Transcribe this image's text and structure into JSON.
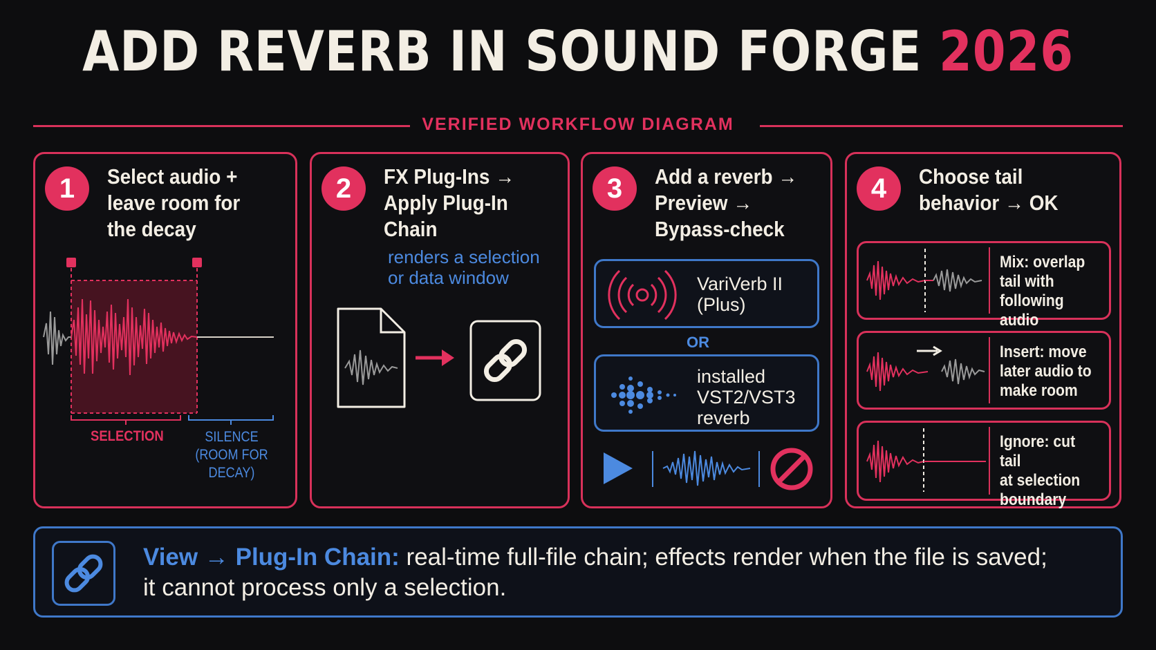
{
  "header": {
    "title_main": "ADD REVERB IN SOUND FORGE",
    "title_accent": "2026",
    "subtitle": "VERIFIED WORKFLOW DIAGRAM"
  },
  "steps": [
    {
      "number": "1",
      "title": "Select audio +\nleave room for\nthe decay",
      "selection_label": "SELECTION",
      "silence_label": "SILENCE",
      "silence_sub": "(ROOM FOR DECAY)"
    },
    {
      "number": "2",
      "title": "FX Plug-Ins →\nApply Plug-In Chain",
      "note": "renders a selection\nor data window"
    },
    {
      "number": "3",
      "title": "Add a reverb →\nPreview →\nBypass-check",
      "plugin_a": "VariVerb II\n(Plus)",
      "or_label": "OR",
      "plugin_b": "installed\nVST2/VST3\nreverb"
    },
    {
      "number": "4",
      "title": "Choose tail\nbehavior → OK",
      "options": [
        "Mix: overlap\ntail with\nfollowing audio",
        "Insert: move\nlater audio to\nmake room",
        "Ignore: cut tail\nat selection\nboundary"
      ]
    }
  ],
  "footer": {
    "view_label": "View",
    "arrow": "→",
    "chain_label": "Plug-In Chain:",
    "text_line1": "real-time full-file chain; effects render when the file is saved;",
    "text_line2": "it cannot process only a selection."
  },
  "colors": {
    "accent_red": "#e2315e",
    "accent_blue": "#4c8ae0",
    "background": "#0d0d0f",
    "text": "#f3eee4"
  },
  "icons": [
    "file-waveform-icon",
    "arrow-right-icon",
    "chain-link-icon",
    "broadcast-waves-icon",
    "dot-spray-icon",
    "play-icon",
    "waveform-icon",
    "bypass-icon"
  ]
}
